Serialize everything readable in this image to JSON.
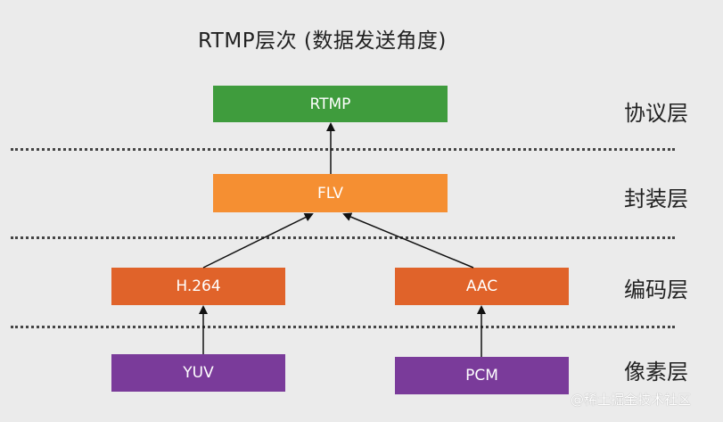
{
  "title": "RTMP层次 (数据发送角度)",
  "nodes": {
    "rtmp": "RTMP",
    "flv": "FLV",
    "h264": "H.264",
    "aac": "AAC",
    "yuv": "YUV",
    "pcm": "PCM"
  },
  "layers": [
    "协议层",
    "封装层",
    "编码层",
    "像素层"
  ],
  "watermark": "@稀土掘金技术社区",
  "colors": {
    "protocol": "#3f9c3d",
    "container": "#f58f32",
    "codec": "#e0632a",
    "pixel": "#7a3b9a"
  }
}
